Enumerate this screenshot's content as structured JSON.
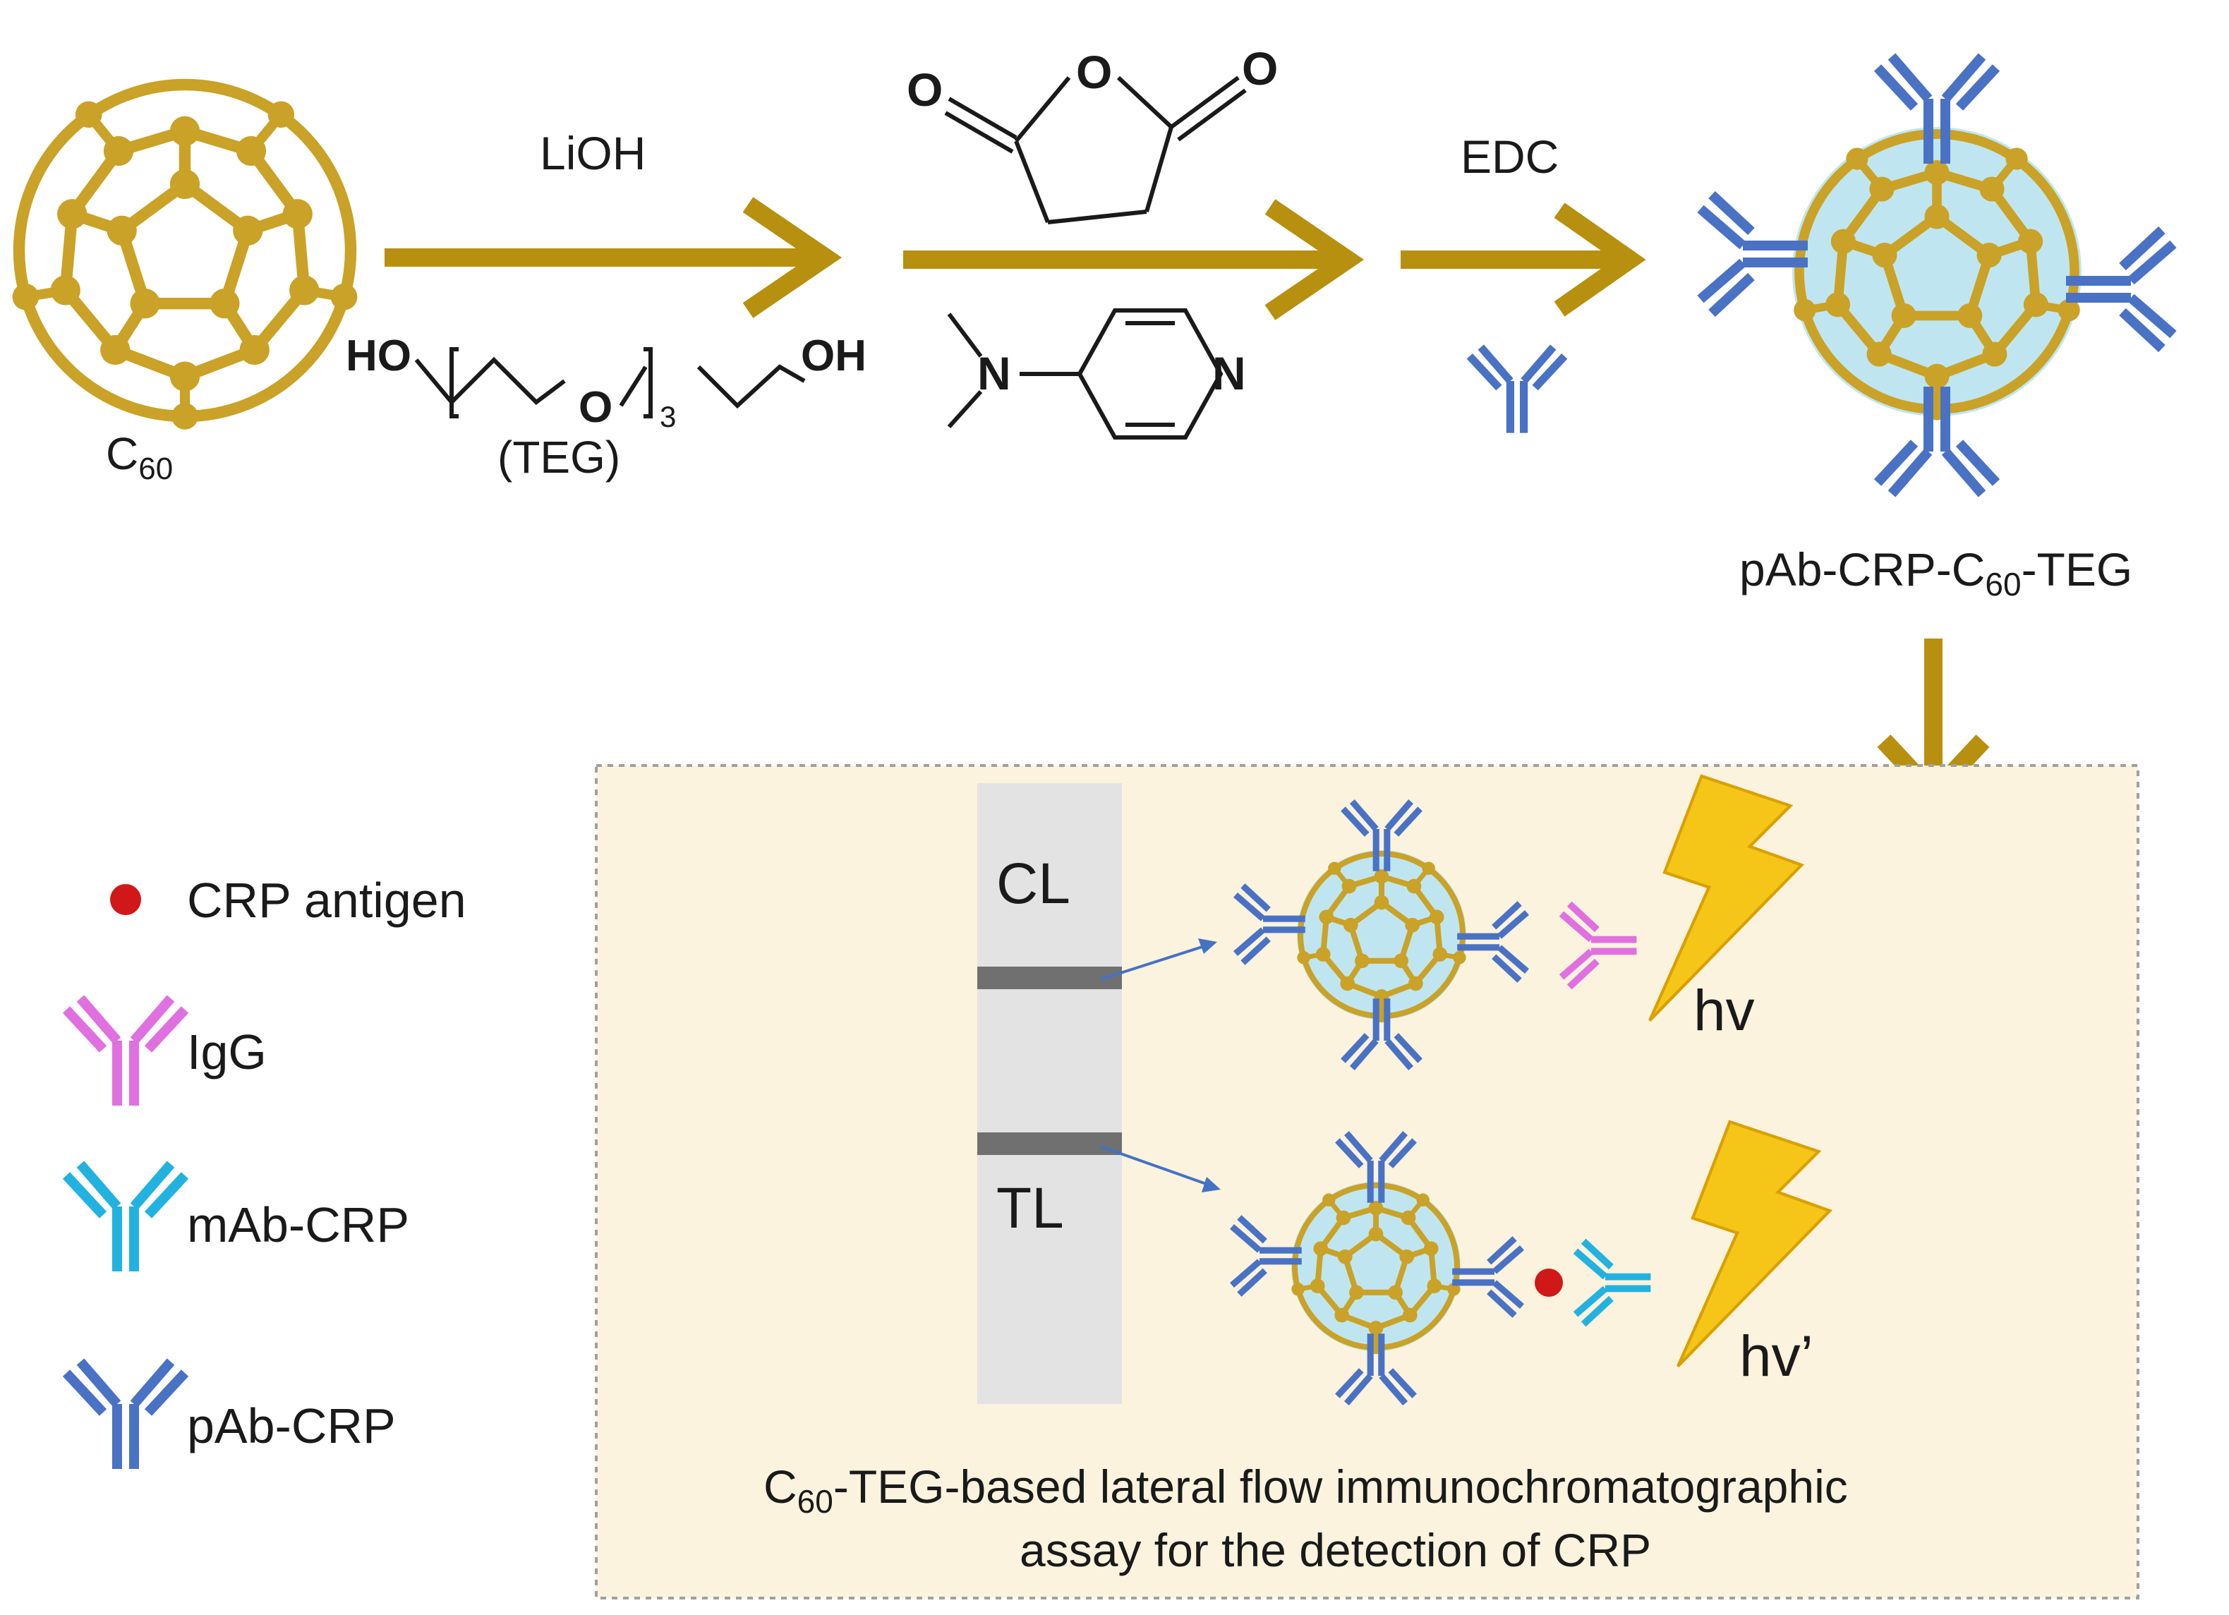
{
  "colors": {
    "gold": "#C9A227",
    "arrow_gold": "#B8900F",
    "pab_blue": "#4A72C4",
    "mab_cyan": "#22B2E0",
    "igg_pink": "#E070E0",
    "antigen_red": "#D01818",
    "sphere_fill": "#BFE6F0",
    "panel_bg": "#FBF3DE",
    "strip_gray": "#E4E3E3",
    "band_gray": "#707070",
    "bolt_yellow": "#F5C518",
    "pointer_blue": "#4472C4"
  },
  "scheme": {
    "c60_label": "C",
    "c60_sub": "60",
    "step1_reagent": "LiOH",
    "teg_ho": "HO",
    "teg_o": "O",
    "teg_repeat": "3",
    "teg_oh": "OH",
    "teg_label": "(TEG)",
    "anhydride_o_left": "O",
    "anhydride_o_ring": "O",
    "anhydride_o_right": "O",
    "dmap_n1": "N",
    "dmap_n2": "N",
    "step3_reagent": "EDC",
    "product_label_1": "pAb-CRP-C",
    "product_label_sub": "60",
    "product_label_2": "-TEG"
  },
  "legend": [
    {
      "icon": "antigen-dot",
      "label": "CRP antigen"
    },
    {
      "icon": "igg-antibody-icon",
      "label": "IgG"
    },
    {
      "icon": "mab-antibody-icon",
      "label": "mAb-CRP"
    },
    {
      "icon": "pab-antibody-icon",
      "label": "pAb-CRP"
    }
  ],
  "assay": {
    "control_line": "CL",
    "test_line": "TL",
    "emission_1": "hv",
    "emission_2": "hv’",
    "caption_line1_a": "C",
    "caption_line1_sub": "60",
    "caption_line1_b": "-TEG-based lateral flow immunochromatographic",
    "caption_line2": "assay for the detection of CRP"
  }
}
